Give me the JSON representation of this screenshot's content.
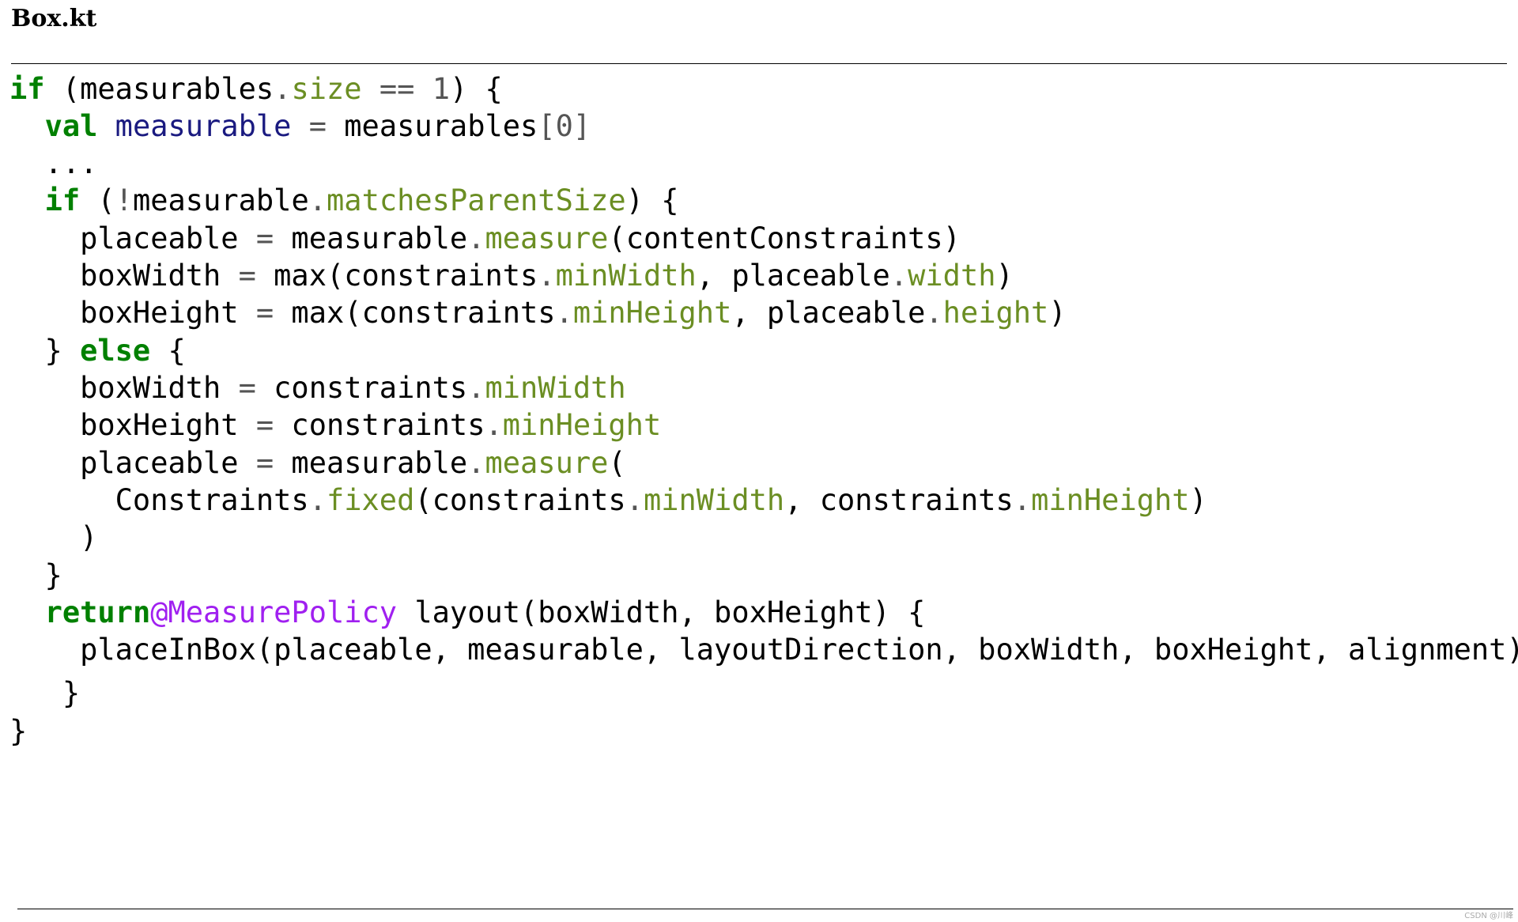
{
  "document": {
    "filename": "Box.kt",
    "watermark": "CSDN @川峰"
  },
  "code": {
    "lines": [
      [
        {
          "t": "if",
          "c": "kw"
        },
        {
          "t": " ("
        },
        {
          "t": "measurables"
        },
        {
          "t": ".",
          "c": "op"
        },
        {
          "t": "size",
          "c": "prop"
        },
        {
          "t": " "
        },
        {
          "t": "==",
          "c": "op"
        },
        {
          "t": " "
        },
        {
          "t": "1",
          "c": "num"
        },
        {
          "t": ") {"
        }
      ],
      [
        {
          "t": "  "
        },
        {
          "t": "val",
          "c": "kw"
        },
        {
          "t": " "
        },
        {
          "t": "measurable",
          "c": "decl"
        },
        {
          "t": " "
        },
        {
          "t": "=",
          "c": "op"
        },
        {
          "t": " measurables"
        },
        {
          "t": "[0]",
          "c": "op"
        }
      ],
      [
        {
          "t": "  ..."
        }
      ],
      [
        {
          "t": "  "
        },
        {
          "t": "if",
          "c": "kw"
        },
        {
          "t": " ("
        },
        {
          "t": "!",
          "c": "op"
        },
        {
          "t": "measurable"
        },
        {
          "t": ".",
          "c": "op"
        },
        {
          "t": "matchesParentSize",
          "c": "prop"
        },
        {
          "t": ") {"
        }
      ],
      [
        {
          "t": "    placeable "
        },
        {
          "t": "=",
          "c": "op"
        },
        {
          "t": " measurable"
        },
        {
          "t": ".",
          "c": "op"
        },
        {
          "t": "measure",
          "c": "prop"
        },
        {
          "t": "(contentConstraints)"
        }
      ],
      [
        {
          "t": "    boxWidth "
        },
        {
          "t": "=",
          "c": "op"
        },
        {
          "t": " max(constraints"
        },
        {
          "t": ".",
          "c": "op"
        },
        {
          "t": "minWidth",
          "c": "prop"
        },
        {
          "t": ", placeable"
        },
        {
          "t": ".",
          "c": "op"
        },
        {
          "t": "width",
          "c": "prop"
        },
        {
          "t": ")"
        }
      ],
      [
        {
          "t": "    boxHeight "
        },
        {
          "t": "=",
          "c": "op"
        },
        {
          "t": " max(constraints"
        },
        {
          "t": ".",
          "c": "op"
        },
        {
          "t": "minHeight",
          "c": "prop"
        },
        {
          "t": ", placeable"
        },
        {
          "t": ".",
          "c": "op"
        },
        {
          "t": "height",
          "c": "prop"
        },
        {
          "t": ")"
        }
      ],
      [
        {
          "t": "  } "
        },
        {
          "t": "else",
          "c": "kw"
        },
        {
          "t": " {"
        }
      ],
      [
        {
          "t": "    boxWidth "
        },
        {
          "t": "=",
          "c": "op"
        },
        {
          "t": " constraints"
        },
        {
          "t": ".",
          "c": "op"
        },
        {
          "t": "minWidth",
          "c": "prop"
        }
      ],
      [
        {
          "t": "    boxHeight "
        },
        {
          "t": "=",
          "c": "op"
        },
        {
          "t": " constraints"
        },
        {
          "t": ".",
          "c": "op"
        },
        {
          "t": "minHeight",
          "c": "prop"
        }
      ],
      [
        {
          "t": "    placeable "
        },
        {
          "t": "=",
          "c": "op"
        },
        {
          "t": " measurable"
        },
        {
          "t": ".",
          "c": "op"
        },
        {
          "t": "measure",
          "c": "prop"
        },
        {
          "t": "("
        }
      ],
      [
        {
          "t": "      Constraints"
        },
        {
          "t": ".",
          "c": "op"
        },
        {
          "t": "fixed",
          "c": "prop"
        },
        {
          "t": "(constraints"
        },
        {
          "t": ".",
          "c": "op"
        },
        {
          "t": "minWidth",
          "c": "prop"
        },
        {
          "t": ", constraints"
        },
        {
          "t": ".",
          "c": "op"
        },
        {
          "t": "minHeight",
          "c": "prop"
        },
        {
          "t": ")"
        }
      ],
      [
        {
          "t": "    )"
        }
      ],
      [
        {
          "t": "  }"
        }
      ],
      [
        {
          "t": "  "
        },
        {
          "t": "return",
          "c": "kw"
        },
        {
          "t": "@MeasurePolicy",
          "c": "label"
        },
        {
          "t": " layout(boxWidth, boxHeight) {"
        }
      ],
      [
        {
          "t": "    placeInBox(placeable, measurable, layoutDirection, boxWidth, boxHeight, alignment)"
        }
      ],
      [
        {
          "t": "   }"
        }
      ],
      [
        {
          "t": "}"
        }
      ]
    ]
  }
}
